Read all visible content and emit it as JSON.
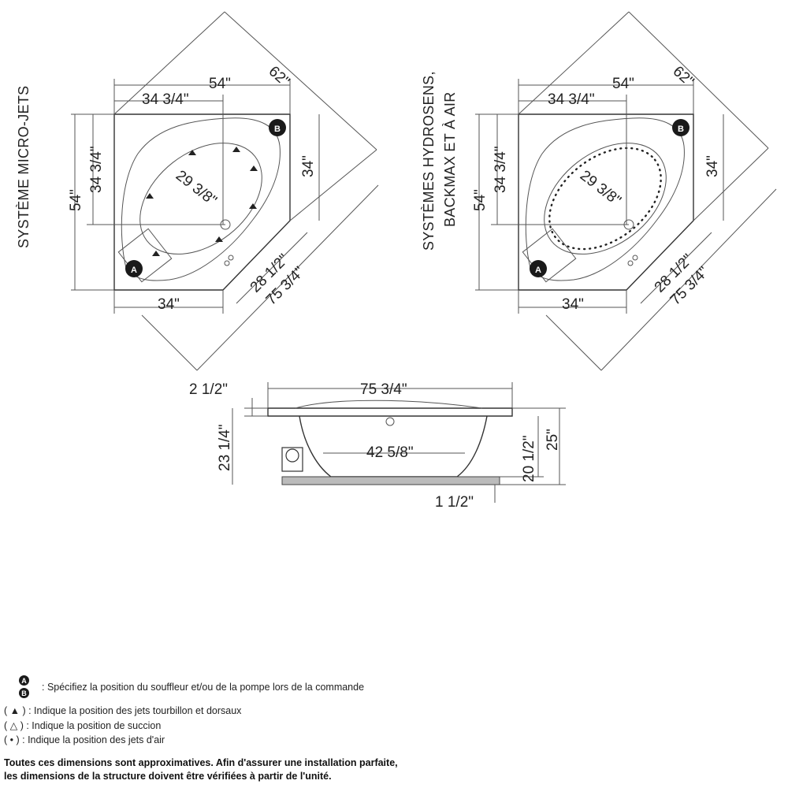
{
  "titles": {
    "left": "SYSTÈME MICRO-JETS",
    "right_line1": "SYSTÈMES HYDROSENS,",
    "right_line2": "BACKMAX ET À AIR"
  },
  "dimensions": {
    "diagonal": "62\"",
    "width": "54\"",
    "inner_width": "34 3/4\"",
    "inner_height": "34 3/4\"",
    "height": "54\"",
    "side": "34\"",
    "bottom": "34\"",
    "basin": "29 3/8\"",
    "corner": "28 1/2\"",
    "overall": "75 3/4\"",
    "rim": "2 1/2\"",
    "depth_inner": "23 1/4\"",
    "floor": "42 5/8\"",
    "depth_water": "20 1/2\"",
    "total_height": "25\"",
    "base": "1 1/2\""
  },
  "markers": {
    "a": "A",
    "b": "B"
  },
  "legend": {
    "ab_text": ": Spécifiez la position du souffleur et/ou de la pompe lors de la commande",
    "jets_symbol": "▲",
    "jets_text": "( ▲ ) : Indique la position des jets tourbillon et dorsaux",
    "suction_symbol": "△",
    "suction_text": "( △ ) : Indique la position de succion",
    "air_symbol": "•",
    "air_text": "( • ) : Indique la position des jets d'air"
  },
  "note": {
    "line1": "Toutes ces dimensions sont approximatives. Afin d'assurer une installation parfaite,",
    "line2": "les dimensions de la structure doivent être vérifiées à partir de l'unité."
  }
}
